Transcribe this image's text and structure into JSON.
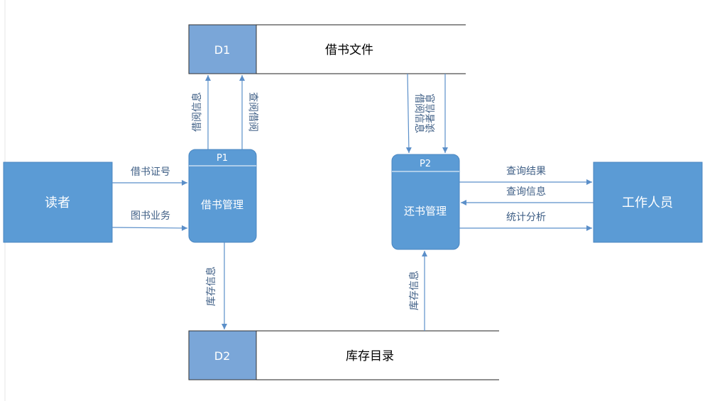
{
  "entities": {
    "reader": "读者",
    "staff": "工作人员"
  },
  "processes": {
    "p1": {
      "id": "P1",
      "name": "借书管理"
    },
    "p2": {
      "id": "P2",
      "name": "还书管理"
    }
  },
  "stores": {
    "d1": {
      "id": "D1",
      "name": "借书文件"
    },
    "d2": {
      "id": "D2",
      "name": "库存目录"
    }
  },
  "flows": {
    "card_no": "借书证号",
    "book_business": "图书业务",
    "borrow_info_up": "借阅信息",
    "query_borrow": "查阅借阅",
    "inventory_down": "库存信息",
    "borrow_reader_a": "借阅信息",
    "borrow_reader_b": "读者信息",
    "query_result": "查询结果",
    "query_info": "查询信息",
    "stats": "统计分析",
    "inventory_up": "库存信息"
  },
  "colors": {
    "fill": "#5b9bd5",
    "store_id_fill": "#7aa6d8",
    "arrow": "#5b8fc9"
  }
}
